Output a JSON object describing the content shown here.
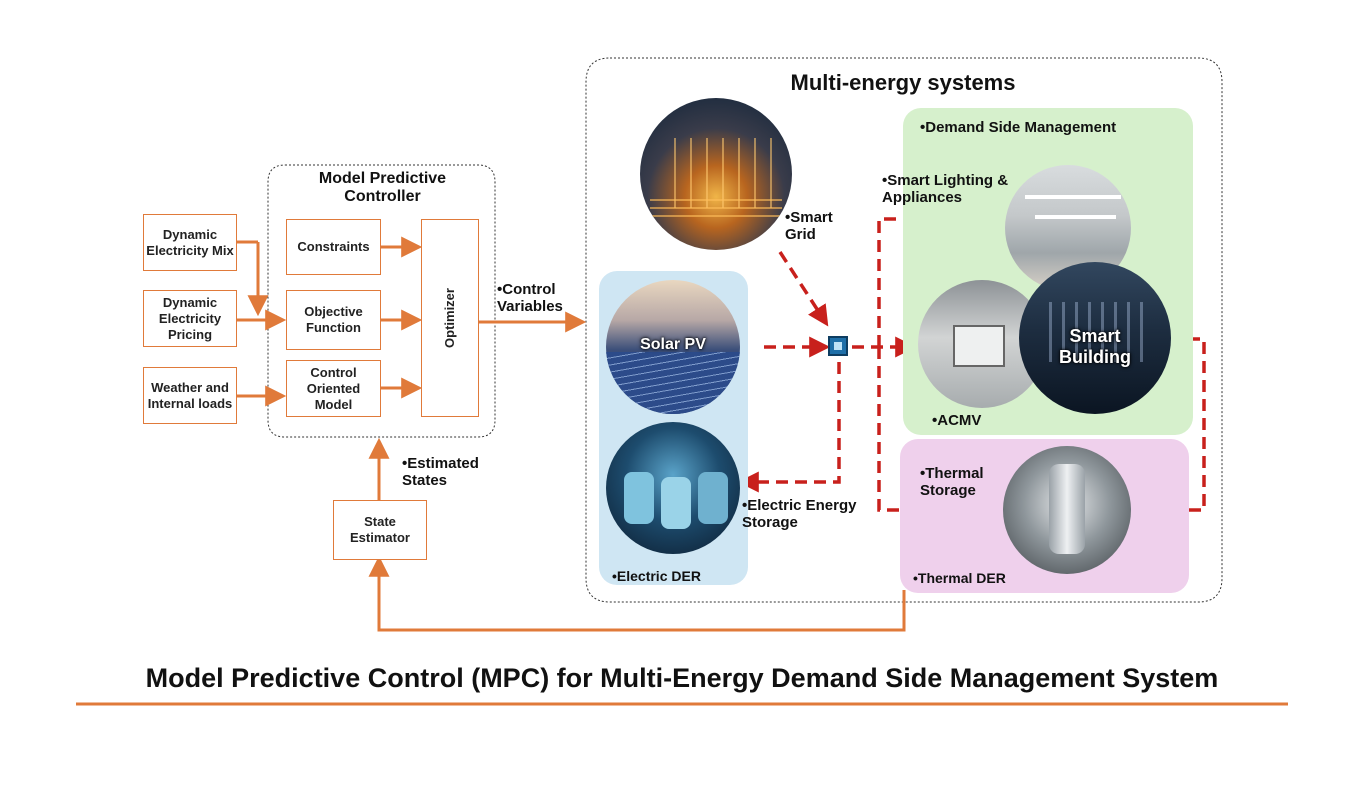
{
  "controller": {
    "title": "Model Predictive Controller",
    "inputs": [
      {
        "id": "mix",
        "label": "Dynamic Electricity Mix"
      },
      {
        "id": "pricing",
        "label": "Dynamic Electricity Pricing"
      },
      {
        "id": "weather",
        "label": "Weather and Internal loads"
      }
    ],
    "blocks": {
      "constraints": "Constraints",
      "objective": "Objective Function",
      "model": "Control Oriented Model",
      "optimizer": "Optimizer"
    },
    "state_estimator": "State Estimator",
    "estimated_states": "•Estimated States",
    "control_variables": "•Control Variables"
  },
  "mes": {
    "title": "Multi-energy systems",
    "smart_grid": "•Smart Grid",
    "electric_der": {
      "title": "•Electric DER",
      "solar_pv": "Solar PV",
      "storage": "•Electric Energy Storage"
    },
    "dsm": {
      "title": "•Demand Side Management",
      "lighting": "•Smart Lighting & Appliances",
      "smart_building": "Smart Building",
      "acmv": "•ACMV"
    },
    "thermal_der": {
      "title": "•Thermal DER",
      "storage": "•Thermal Storage"
    }
  },
  "caption": "Model Predictive Control (MPC) for Multi-Energy Demand Side Management System",
  "colors": {
    "orange": "#e07a3a",
    "red_dashed": "#c8201c",
    "electric_panel": "#cfe6f3",
    "dsm_panel": "#d6f0cc",
    "thermal_panel": "#efd0ec"
  }
}
